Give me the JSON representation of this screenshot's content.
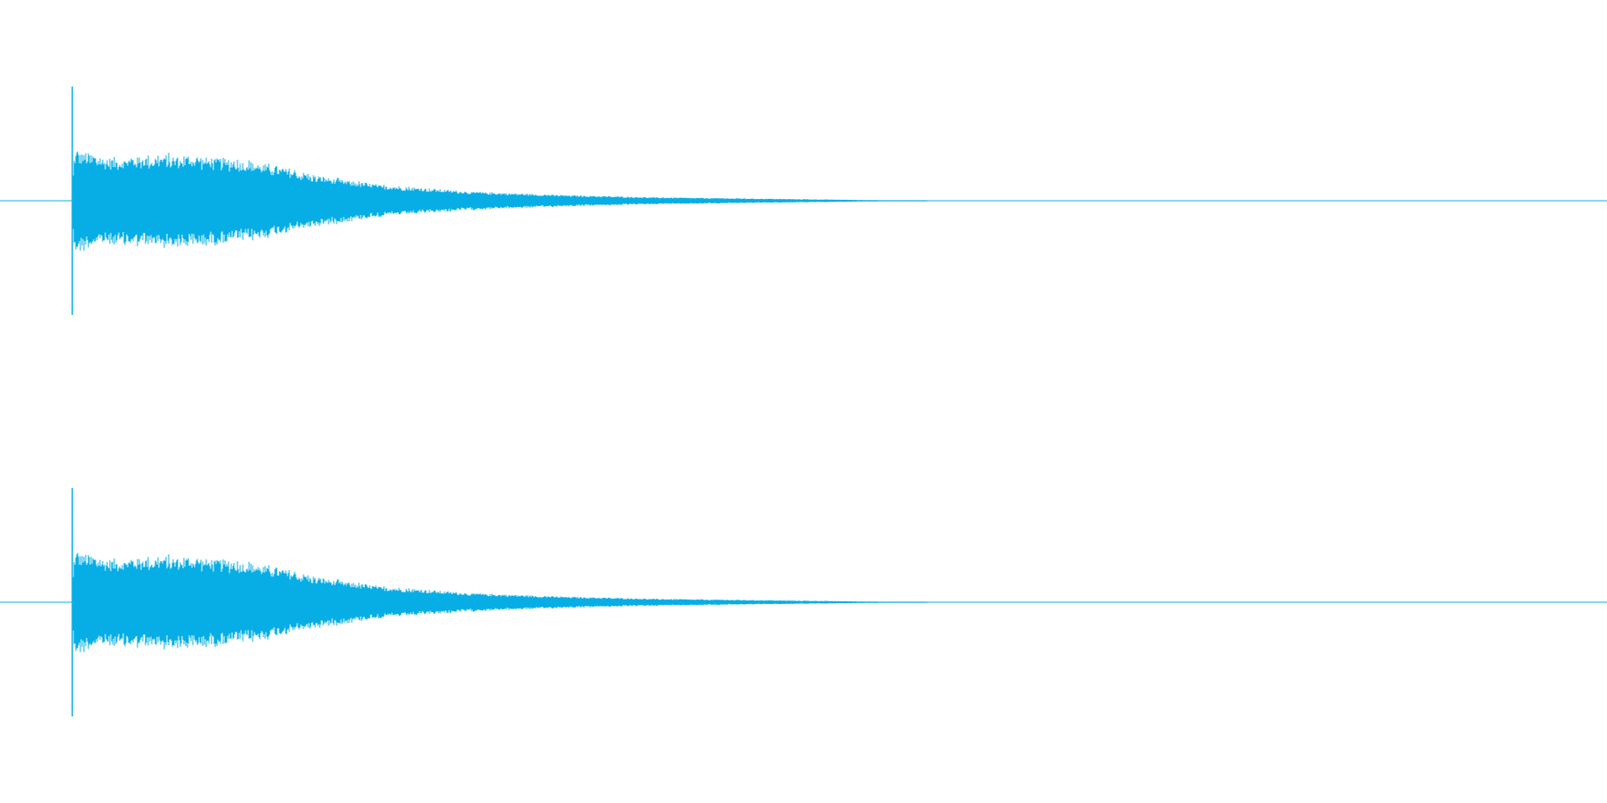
{
  "waveform": {
    "color": "#07aee5",
    "background": "#ffffff",
    "channels": [
      {
        "id": "channel-1",
        "onset_spike": 1.0,
        "envelope": [
          [
            0.0,
            0.0
          ],
          [
            0.002,
            0.45
          ],
          [
            0.02,
            0.38
          ],
          [
            0.06,
            0.4
          ],
          [
            0.08,
            0.4
          ],
          [
            0.12,
            0.34
          ],
          [
            0.16,
            0.22
          ],
          [
            0.2,
            0.14
          ],
          [
            0.26,
            0.08
          ],
          [
            0.32,
            0.05
          ],
          [
            0.38,
            0.03
          ],
          [
            0.44,
            0.02
          ],
          [
            0.5,
            0.01
          ],
          [
            0.56,
            0.0
          ],
          [
            1.0,
            0.0
          ]
        ]
      },
      {
        "id": "channel-2",
        "onset_spike": 1.0,
        "envelope": [
          [
            0.0,
            0.0
          ],
          [
            0.002,
            0.45
          ],
          [
            0.02,
            0.38
          ],
          [
            0.06,
            0.4
          ],
          [
            0.08,
            0.4
          ],
          [
            0.12,
            0.34
          ],
          [
            0.16,
            0.22
          ],
          [
            0.2,
            0.14
          ],
          [
            0.26,
            0.08
          ],
          [
            0.32,
            0.05
          ],
          [
            0.38,
            0.03
          ],
          [
            0.44,
            0.02
          ],
          [
            0.5,
            0.01
          ],
          [
            0.56,
            0.0
          ],
          [
            1.0,
            0.0
          ]
        ]
      }
    ]
  }
}
